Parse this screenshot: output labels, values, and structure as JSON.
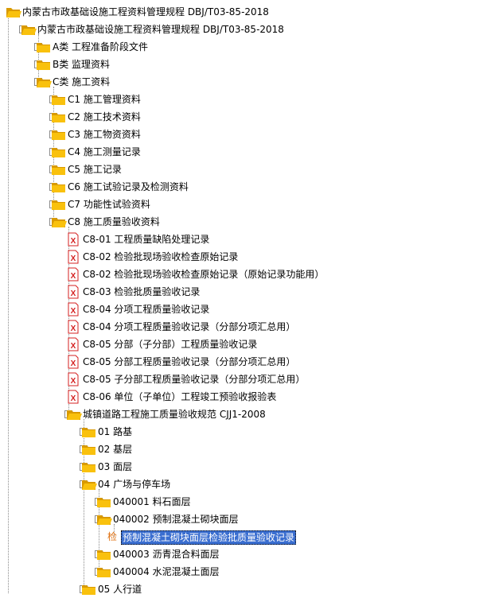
{
  "colors": {
    "folder_fill": "#f9c10d",
    "folder_dark": "#d99a00",
    "doc_red": "#d42020",
    "selection": "#3a6ed0"
  },
  "tree": [
    {
      "label": "内蒙古市政基础设施工程资料管理规程 DBJ/T03-85-2018",
      "icon": "folder-open",
      "level": 0,
      "exp": "none"
    },
    {
      "label": "内蒙古市政基础设施工程资料管理规程 DBJ/T03-85-2018",
      "icon": "folder-open",
      "level": 1,
      "exp": "minus"
    },
    {
      "label": "A类 工程准备阶段文件",
      "icon": "folder",
      "level": 2,
      "exp": "plus"
    },
    {
      "label": "B类 监理资料",
      "icon": "folder",
      "level": 2,
      "exp": "plus"
    },
    {
      "label": "C类 施工资料",
      "icon": "folder-open",
      "level": 2,
      "exp": "minus"
    },
    {
      "label": "C1 施工管理资料",
      "icon": "folder",
      "level": 3,
      "exp": "plus"
    },
    {
      "label": "C2 施工技术资料",
      "icon": "folder",
      "level": 3,
      "exp": "plus"
    },
    {
      "label": "C3 施工物资资料",
      "icon": "folder",
      "level": 3,
      "exp": "plus"
    },
    {
      "label": "C4 施工测量记录",
      "icon": "folder",
      "level": 3,
      "exp": "plus"
    },
    {
      "label": "C5 施工记录",
      "icon": "folder",
      "level": 3,
      "exp": "plus"
    },
    {
      "label": "C6 施工试验记录及检测资料",
      "icon": "folder",
      "level": 3,
      "exp": "plus"
    },
    {
      "label": "C7 功能性试验资料",
      "icon": "folder",
      "level": 3,
      "exp": "plus"
    },
    {
      "label": "C8 施工质量验收资料",
      "icon": "folder-open",
      "level": 3,
      "exp": "minus"
    },
    {
      "label": "C8-01 工程质量缺陷处理记录",
      "icon": "excel-doc",
      "level": 4,
      "exp": "none"
    },
    {
      "label": "C8-02 检验批现场验收检查原始记录",
      "icon": "excel-doc",
      "level": 4,
      "exp": "none"
    },
    {
      "label": "C8-02 检验批现场验收检查原始记录（原始记录功能用）",
      "icon": "excel-doc",
      "level": 4,
      "exp": "none"
    },
    {
      "label": "C8-03 检验批质量验收记录",
      "icon": "excel-doc",
      "level": 4,
      "exp": "none"
    },
    {
      "label": "C8-04 分项工程质量验收记录",
      "icon": "excel-doc",
      "level": 4,
      "exp": "none"
    },
    {
      "label": "C8-04 分项工程质量验收记录（分部分项汇总用）",
      "icon": "excel-doc",
      "level": 4,
      "exp": "none"
    },
    {
      "label": "C8-05 分部（子分部）工程质量验收记录",
      "icon": "excel-doc",
      "level": 4,
      "exp": "none"
    },
    {
      "label": "C8-05 分部工程质量验收记录（分部分项汇总用）",
      "icon": "excel-doc",
      "level": 4,
      "exp": "none"
    },
    {
      "label": "C8-05 子分部工程质量验收记录（分部分项汇总用）",
      "icon": "excel-doc",
      "level": 4,
      "exp": "none"
    },
    {
      "label": "C8-06 单位（子单位）工程竣工预验收报验表",
      "icon": "excel-doc",
      "level": 4,
      "exp": "none"
    },
    {
      "label": "城镇道路工程施工质量验收规范 CJJ1-2008",
      "icon": "folder-open",
      "level": 4,
      "exp": "minus"
    },
    {
      "label": "01 路基",
      "icon": "folder",
      "level": 5,
      "exp": "plus"
    },
    {
      "label": "02 基层",
      "icon": "folder",
      "level": 5,
      "exp": "plus"
    },
    {
      "label": "03 面层",
      "icon": "folder",
      "level": 5,
      "exp": "plus"
    },
    {
      "label": "04 广场与停车场",
      "icon": "folder-open",
      "level": 5,
      "exp": "minus"
    },
    {
      "label": "040001 料石面层",
      "icon": "folder",
      "level": 6,
      "exp": "plus"
    },
    {
      "label": "040002 预制混凝土砌块面层",
      "icon": "folder-open",
      "level": 6,
      "exp": "minus"
    },
    {
      "label": "预制混凝土砌块面层检验批质量验收记录",
      "prefix": "检",
      "icon": "none",
      "level": 7,
      "exp": "none",
      "selected": true
    },
    {
      "label": "040003 沥青混合料面层",
      "icon": "folder",
      "level": 6,
      "exp": "plus"
    },
    {
      "label": "040004 水泥混凝土面层",
      "icon": "folder",
      "level": 6,
      "exp": "plus"
    },
    {
      "label": "05 人行道",
      "icon": "folder",
      "level": 5,
      "exp": "plus"
    }
  ]
}
